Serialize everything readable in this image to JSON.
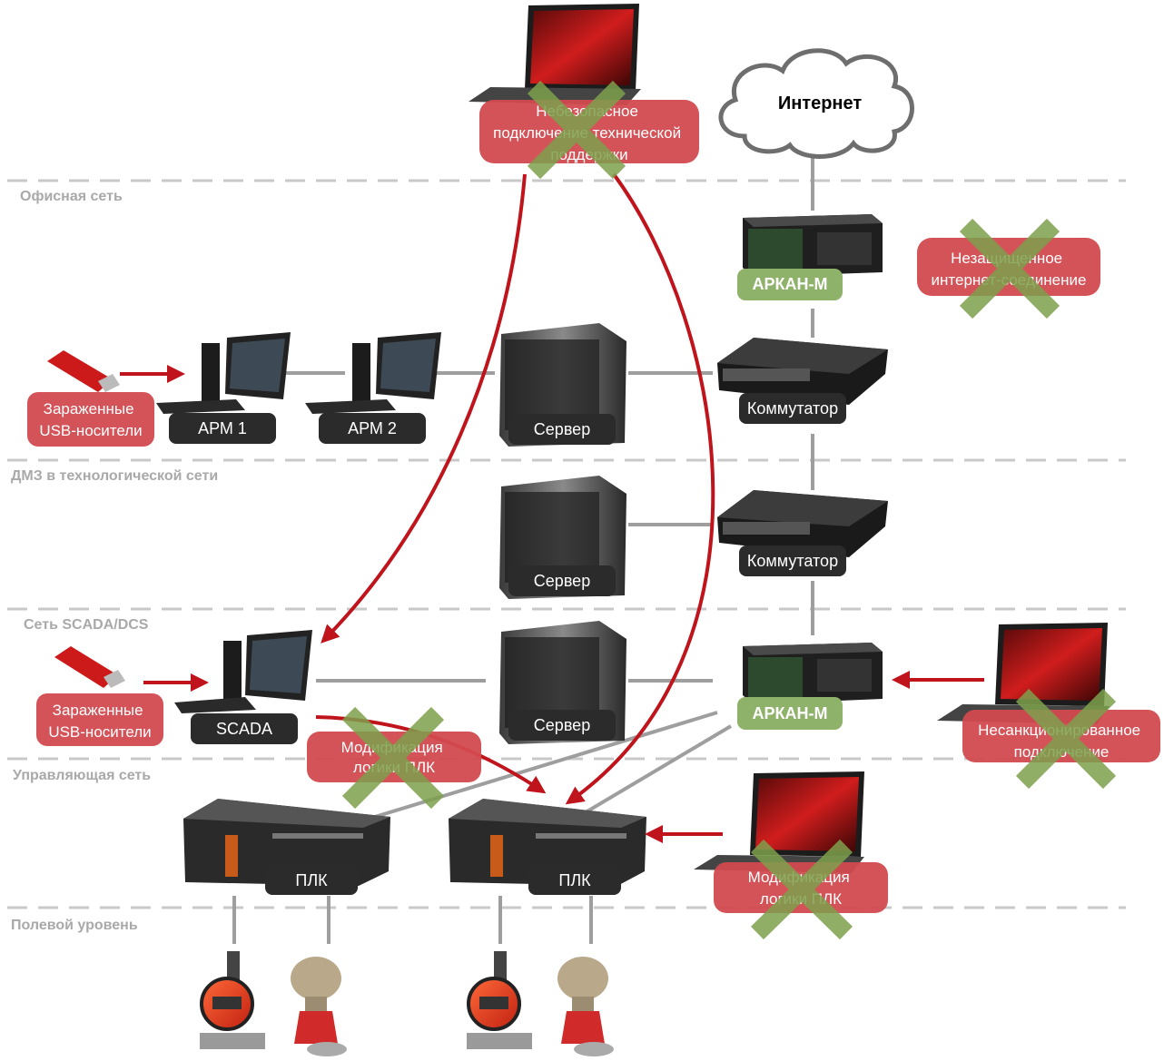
{
  "zones": {
    "office": "Офисная сеть",
    "dmz": "ДМЗ в технологической сети",
    "scada": "Сеть SCADA/DCS",
    "control": "Управляющая сеть",
    "field": "Полевой уровень"
  },
  "nodes": {
    "internet": "Интернет",
    "arkan_top": "АРКАН-М",
    "arkan_bottom": "АРКАН-М",
    "switch_1": "Коммутатор",
    "switch_2": "Коммутатор",
    "server_1": "Сервер",
    "server_2": "Сервер",
    "server_3": "Сервер",
    "arm_1": "АРМ 1",
    "arm_2": "АРМ 2",
    "scada": "SCADA",
    "plc_1": "ПЛК",
    "plc_2": "ПЛК"
  },
  "threats": {
    "support_line1": "Небезопасное",
    "support_line2": "подключение технической",
    "support_line3": "поддержки",
    "internet_line1": "Незащищенное",
    "internet_line2": "интернет-соединение",
    "usb1_line1": "Зараженные",
    "usb1_line2": "USB-носители",
    "usb2_line1": "Зараженные",
    "usb2_line2": "USB-носители",
    "plc_mod1_line1": "Модификация",
    "plc_mod1_line2": "логики ПЛК",
    "unauth_line1": "Несанкционированное",
    "unauth_line2": "подключение",
    "plc_mod2_line1": "Модификация",
    "plc_mod2_line2": "логики ПЛК"
  },
  "colors": {
    "threat_box": "#d24a4f",
    "cross": "#7ea04d",
    "arrow": "#c0141c",
    "dark_label": "#2b2b2b",
    "green_label": "#8fb26a",
    "link": "#9e9e9e",
    "zone_line": "#c8c8c8"
  }
}
